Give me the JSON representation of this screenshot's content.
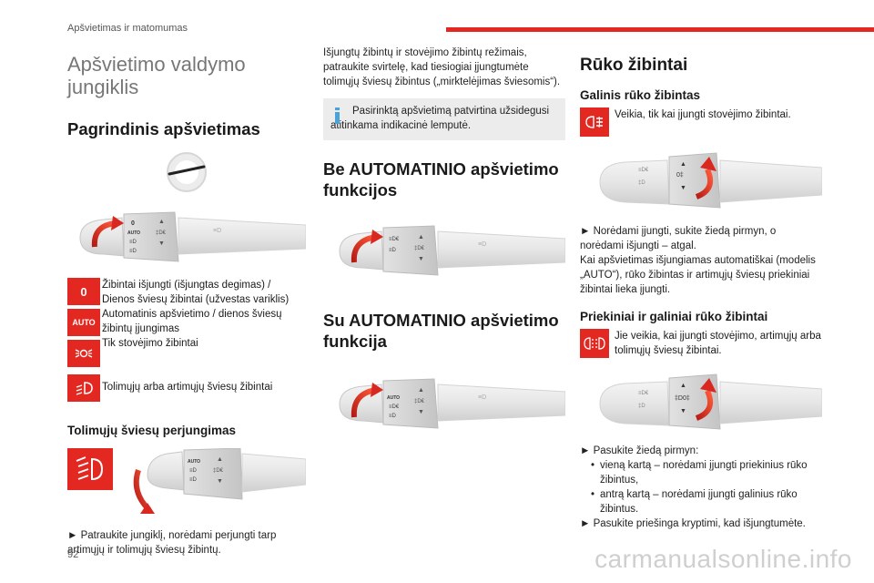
{
  "header": {
    "chapter": "Apšvietimas ir matomumas",
    "accent_color": "#e32822"
  },
  "page_number": "92",
  "watermark": "carmanualsonline.info",
  "col1": {
    "title": "Apšvietimo valdymo jungiklis",
    "main_lighting": {
      "heading": "Pagrindinis apšvietimas",
      "positions": [
        {
          "icon": "0",
          "icon_name": "off-symbol-icon",
          "text": "Žibintai išjungti (išjungtas degimas) / Dienos šviesų žibintai (užvestas variklis)"
        },
        {
          "icon": "AUTO",
          "icon_name": "auto-symbol-icon",
          "text": "Automatinis apšvietimo / dienos šviesų žibintų įjungimas"
        },
        {
          "icon": "",
          "icon_name": "sidelights-icon",
          "text": "Tik stovėjimo žibintai"
        },
        {
          "icon": "",
          "icon_name": "dipped-beam-icon",
          "text": "Tolimųjų arba artimųjų šviesų žibintai"
        }
      ]
    },
    "beam_switching": {
      "heading": "Tolimųjų šviesų perjungimas",
      "text": "► Patraukite jungiklį, norėdami perjungti tarp artimųjų ir tolimųjų šviesų žibintų."
    }
  },
  "col2": {
    "intro_text": "Išjungtų žibintų ir stovėjimo žibintų režimais, patraukite svirtelę, kad tiesiogiai įjungtumėte tolimųjų šviesų žibintus („mirktelėjimas šviesomis“).",
    "info_box": "Pasirinktą apšvietimą patvirtina užsidegusi atitinkama indikacinė lemputė.",
    "without_auto": {
      "heading": "Be AUTOMATINIO apšvietimo funkcijos"
    },
    "with_auto": {
      "heading": "Su AUTOMATINIO apšvietimo funkcija"
    }
  },
  "col3": {
    "title": "Rūko žibintai",
    "rear_fog": {
      "heading": "Galinis rūko žibintas",
      "icon_text": "Veikia, tik kai įjungti stovėjimo žibintai.",
      "text1": "► Norėdami įjungti, sukite žiedą pirmyn, o norėdami išjungti – atgal.",
      "text2": "Kai apšvietimas išjungiamas automatiškai (modelis „AUTO“), rūko žibintas ir artimųjų šviesų priekiniai žibintai lieka įjungti."
    },
    "front_rear_fog": {
      "heading": "Priekiniai ir galiniai rūko žibintai",
      "icon_text": "Jie veikia, kai įjungti stovėjimo, artimųjų arba tolimųjų šviesų žibintai.",
      "step1": "► Pasukite žiedą pirmyn:",
      "bullets": [
        "vieną kartą – norėdami įjungti priekinius rūko žibintus,",
        "antrą kartą – norėdami įjungti galinius rūko žibintus."
      ],
      "step2": "► Pasukite priešinga kryptimi, kad išjungtumėte."
    }
  }
}
